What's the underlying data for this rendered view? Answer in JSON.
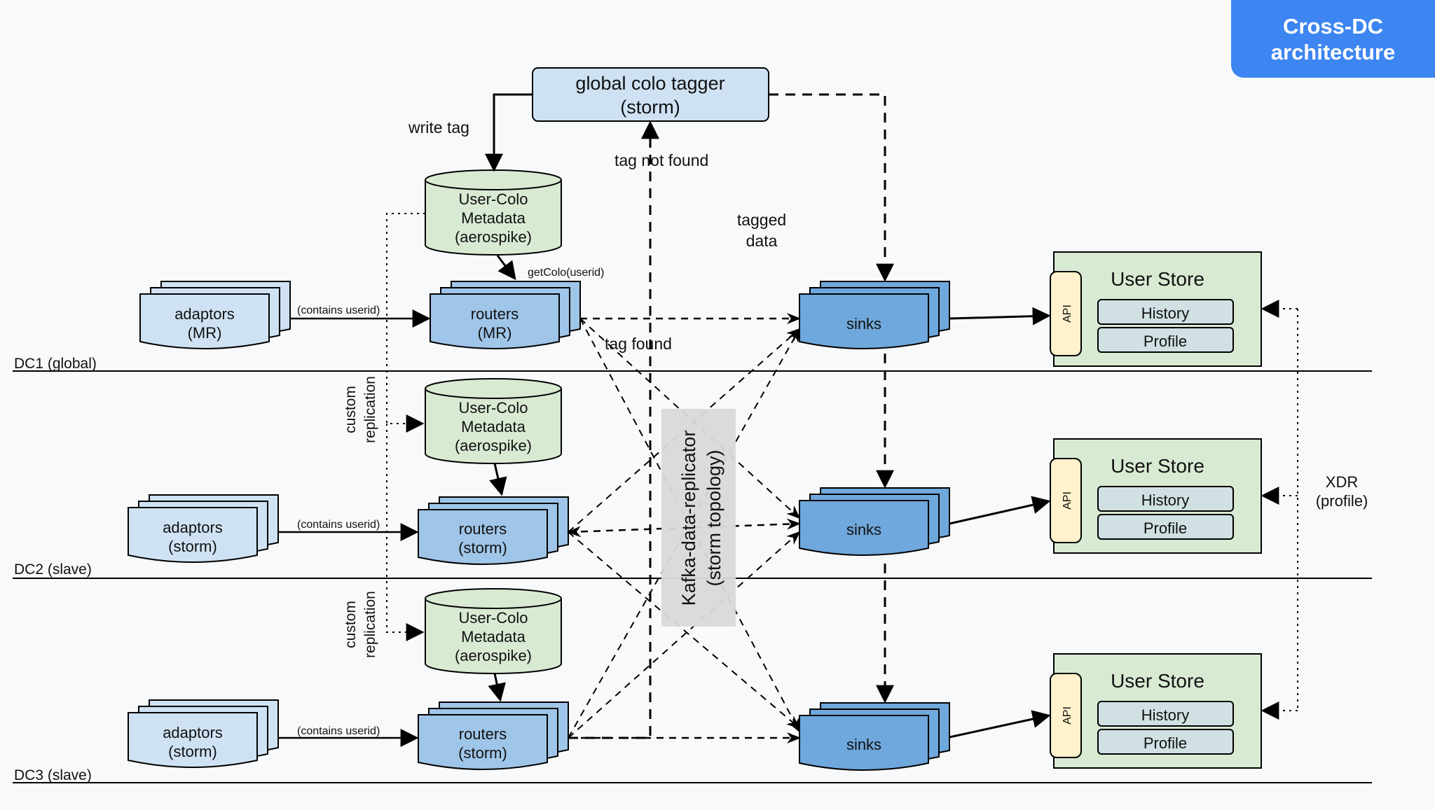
{
  "badge": {
    "line1": "Cross-DC",
    "line2": "architecture"
  },
  "colors": {
    "accent": "#3d85f0",
    "router": "#9fc5e8",
    "adaptor": "#cfe2f3",
    "sink": "#6fa8dc",
    "metadata": "#d9ead3",
    "store": "#d9ead3",
    "api": "#fff2cc",
    "replicator": "#d9d9d9"
  },
  "regions": {
    "dc1": "DC1 (global)",
    "dc2": "DC2 (slave)",
    "dc3": "DC3 (slave)"
  },
  "tagger": {
    "line1": "global colo tagger",
    "line2": "(storm)"
  },
  "metadata": {
    "line1": "User-Colo",
    "line2": "Metadata",
    "line3": "(aerospike)"
  },
  "adaptors_mr": {
    "line1": "adaptors",
    "line2": "(MR)"
  },
  "adaptors_storm": {
    "line1": "adaptors",
    "line2": "(storm)"
  },
  "routers_mr": {
    "line1": "routers",
    "line2": "(MR)"
  },
  "routers_storm": {
    "line1": "routers",
    "line2": "(storm)"
  },
  "sinks": "sinks",
  "store": {
    "title": "User Store",
    "api": "API",
    "history": "History",
    "profile": "Profile"
  },
  "replicator": {
    "line1": "Kafka-data-replicator",
    "line2": "(storm topology)"
  },
  "labels": {
    "write_tag": "write tag",
    "tag_not_found": "tag not found",
    "tag_found": "tag found",
    "tagged_data_1": "tagged",
    "tagged_data_2": "data",
    "get_colo": "getColo(userid)",
    "contains_userid": "(contains userid)",
    "custom_replication_1": "custom",
    "custom_replication_2": "replication",
    "xdr_1": "XDR",
    "xdr_2": "(profile)"
  }
}
